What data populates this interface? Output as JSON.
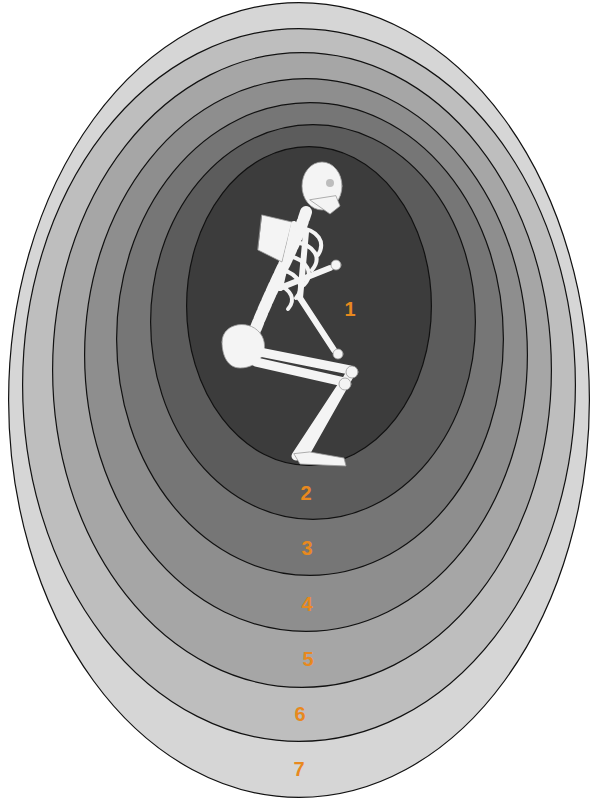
{
  "diagram": {
    "nodes": [
      {
        "text": [
          "7"
        ]
      },
      {
        "text": [
          "6"
        ],
        "in": 0
      },
      {
        "text": [
          "5"
        ],
        "in": 1
      },
      {
        "text": [
          "4"
        ],
        "in": 2
      },
      {
        "text": [
          "3"
        ],
        "in": 3
      },
      {
        "text": [
          "2"
        ],
        "in": 4
      },
      {
        "text": [
          "1"
        ],
        "in": 5
      }
    ]
  }
}
